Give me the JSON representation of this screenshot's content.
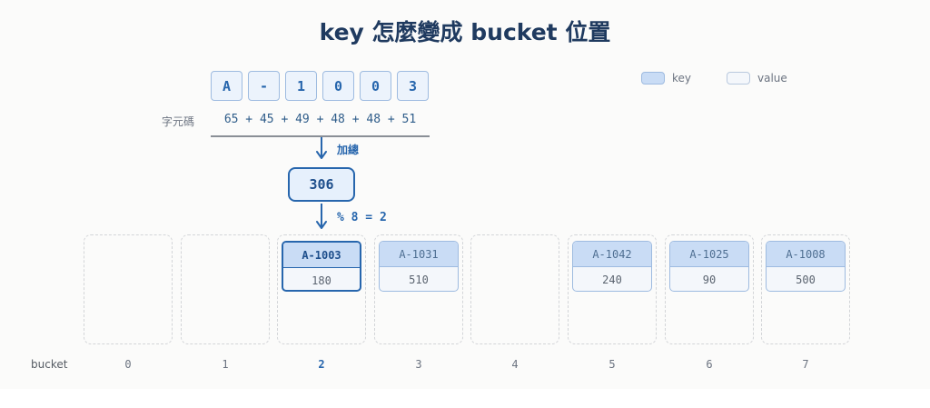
{
  "title": "key 怎麼變成 bucket 位置",
  "legend": {
    "key_label": "key",
    "value_label": "value"
  },
  "key_chars": [
    "A",
    "-",
    "1",
    "0",
    "0",
    "3"
  ],
  "code_label": "字元碼",
  "codes_text": "65 + 45 + 49 + 48 + 48 + 51",
  "sum_label": "加總",
  "sum_value": "306",
  "mod_label": "% 8 = 2",
  "bucket_axis_label": "bucket",
  "target_bucket": 2,
  "buckets": [
    {
      "index": "0",
      "entry": null
    },
    {
      "index": "1",
      "entry": null
    },
    {
      "index": "2",
      "entry": {
        "key": "A-1003",
        "value": "180"
      }
    },
    {
      "index": "3",
      "entry": {
        "key": "A-1031",
        "value": "510"
      }
    },
    {
      "index": "4",
      "entry": null
    },
    {
      "index": "5",
      "entry": {
        "key": "A-1042",
        "value": "240"
      }
    },
    {
      "index": "6",
      "entry": {
        "key": "A-1025",
        "value": "90"
      }
    },
    {
      "index": "7",
      "entry": {
        "key": "A-1008",
        "value": "500"
      }
    }
  ],
  "colors": {
    "accent": "#2766ad",
    "key_fill": "#c9dcf5",
    "value_fill": "#f4f7fb",
    "title": "#1f3a5f"
  }
}
